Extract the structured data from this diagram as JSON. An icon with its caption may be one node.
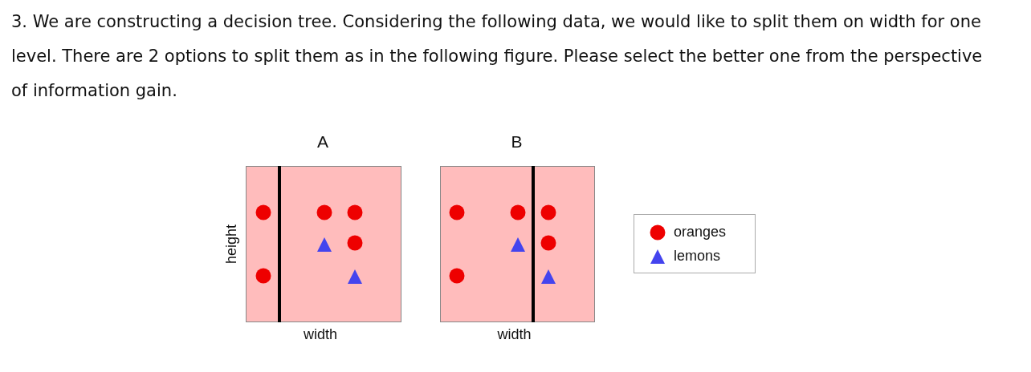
{
  "diagram": {
    "title": "3. We are constructing a decision tree. Considering the following data, we would like to split them on width for one level. There are 2 options to split them as in the following figure. Please select the better one from the perspective of information gain.",
    "nodes": [
      {
        "text": [
          "A"
        ],
        "beside": [
          "height",
          "width"
        ]
      },
      {
        "text": [
          "B"
        ],
        "beside": [
          "width"
        ]
      }
    ],
    "legend": [
      {
        "text": "oranges"
      },
      {
        "text": "lemons"
      }
    ]
  }
}
